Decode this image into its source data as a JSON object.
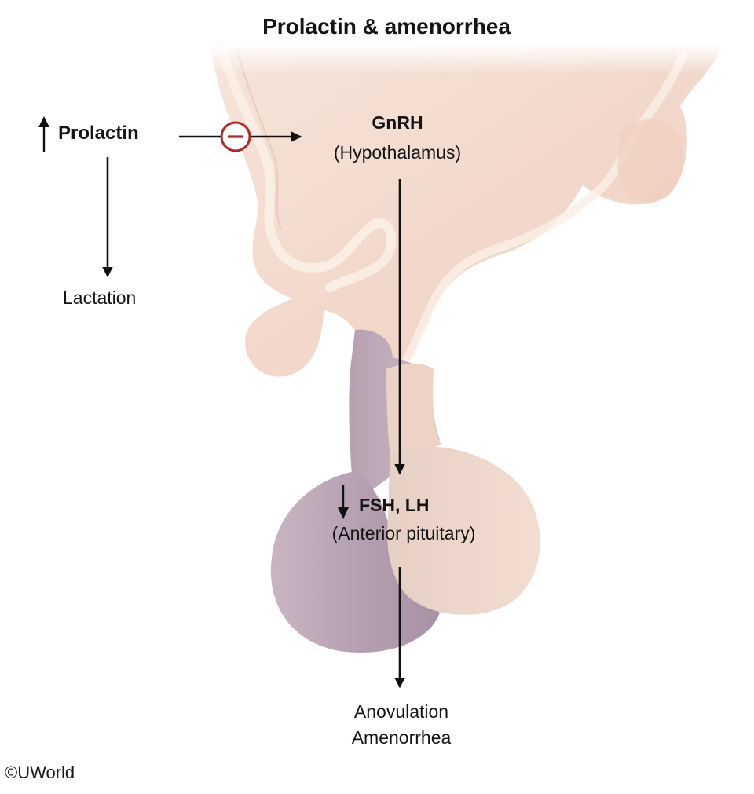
{
  "title": "Prolactin & amenorrhea",
  "labels": {
    "prolactin": "Prolactin",
    "lactation": "Lactation",
    "gnrh": "GnRH",
    "hypothalamus": "(Hypothalamus)",
    "fsh_lh": "FSH, LH",
    "anterior_pituitary": "(Anterior pituitary)",
    "outcome_1": "Anovulation",
    "outcome_2": "Amenorrhea"
  },
  "copyright": "©UWorld",
  "symbols": {
    "inhibition": "minus-circle-icon",
    "increase": "up-arrow-icon",
    "decrease": "down-arrow-icon"
  },
  "colors": {
    "background": "#ffffff",
    "brain_tissue": "#f1d9cd",
    "brain_edge": "#fbeee6",
    "pituitary_anterior": "#b8a2b3",
    "pituitary_posterior": "#ecd3c6",
    "arrow": "#111111",
    "inhibition": "#b3262a"
  }
}
